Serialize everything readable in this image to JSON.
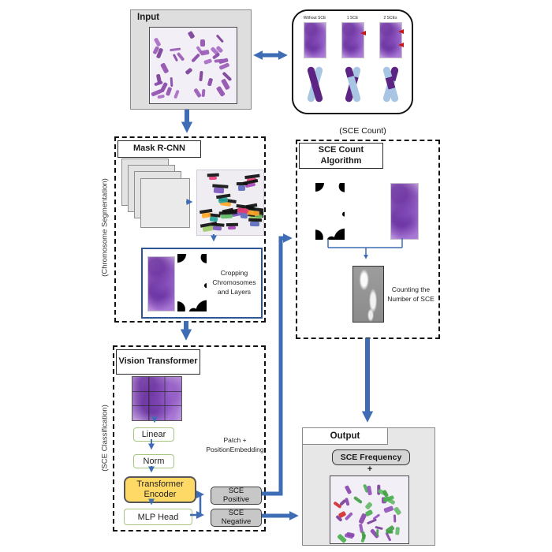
{
  "figure": {
    "input": {
      "title": "Input"
    },
    "examples": {
      "labels": [
        "Without SCE",
        "1 SCE",
        "2 SCEs"
      ]
    },
    "segmentation": {
      "side_label": "(Chromosome Segmentation)",
      "title": "Mask R-CNN",
      "crop_caption": "Cropping Chromosomes and Layers"
    },
    "count": {
      "outer_label": "(SCE Count)",
      "title": "SCE Count Algorithm",
      "caption": "Counting the Number of SCE"
    },
    "classification": {
      "side_label": "(SCE Classification)",
      "title": "Vision Transformer",
      "blocks": [
        "Linear",
        "Norm",
        "Transformer Encoder",
        "MLP Head"
      ],
      "embed_label": "Patch + PositionEmbedding",
      "positive": "SCE Positive",
      "negative": "SCE Negative"
    },
    "output": {
      "title": "Output",
      "frequency": "SCE Frequency",
      "plus": "+"
    }
  },
  "icons": {
    "flow_arrow": "blue-arrow",
    "bidirectional_arrow": "blue-double-arrow",
    "sce_site_marker": "red-arrowhead"
  },
  "colors": {
    "arrow_blue": "#3e6db5",
    "encoder_yellow": "#ffd966",
    "chromatid_blue": "#a9c5e4",
    "chromatid_purple": "#5c2483",
    "sce_marker_red": "#c61616"
  }
}
